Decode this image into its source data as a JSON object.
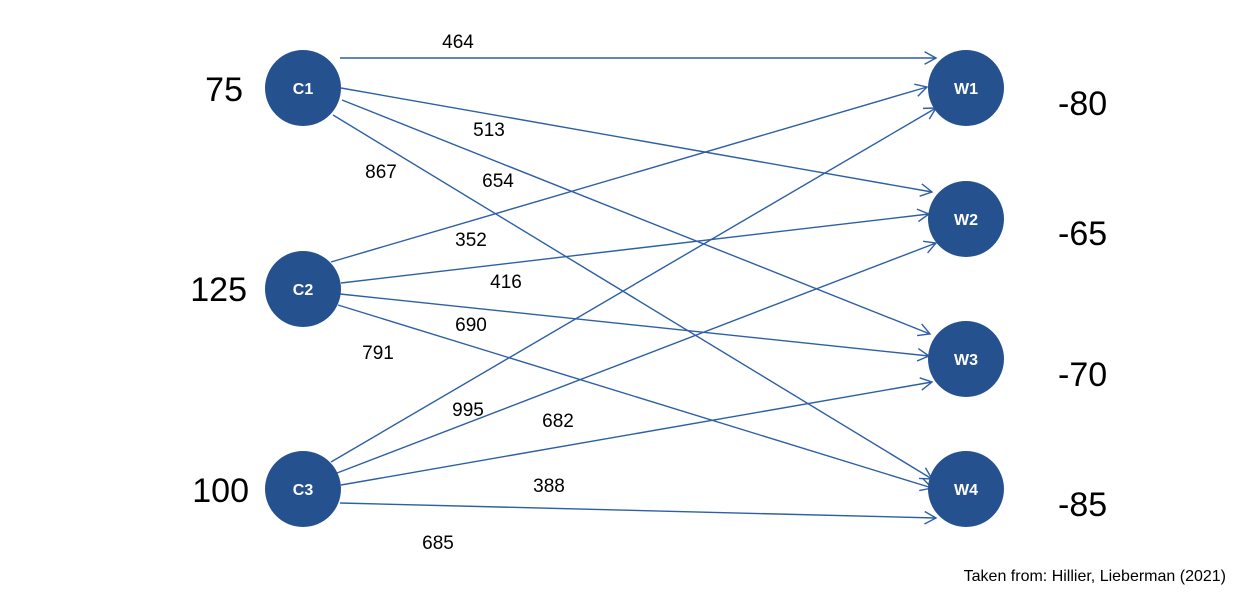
{
  "colors": {
    "node": "#25528f",
    "edge": "#2d5fa5",
    "node_text": "#ffffff"
  },
  "sources": [
    {
      "id": "C1",
      "label": "C1",
      "amount": "75"
    },
    {
      "id": "C2",
      "label": "C2",
      "amount": "125"
    },
    {
      "id": "C3",
      "label": "C3",
      "amount": "100"
    }
  ],
  "destinations": [
    {
      "id": "W1",
      "label": "W1",
      "amount": "-80"
    },
    {
      "id": "W2",
      "label": "W2",
      "amount": "-65"
    },
    {
      "id": "W3",
      "label": "W3",
      "amount": "-70"
    },
    {
      "id": "W4",
      "label": "W4",
      "amount": "-85"
    }
  ],
  "edges": [
    {
      "from": "C1",
      "to": "W1",
      "cost": "464"
    },
    {
      "from": "C1",
      "to": "W2",
      "cost": "513"
    },
    {
      "from": "C1",
      "to": "W3",
      "cost": "654"
    },
    {
      "from": "C1",
      "to": "W4",
      "cost": "867"
    },
    {
      "from": "C2",
      "to": "W1",
      "cost": "352"
    },
    {
      "from": "C2",
      "to": "W2",
      "cost": "416"
    },
    {
      "from": "C2",
      "to": "W3",
      "cost": "690"
    },
    {
      "from": "C2",
      "to": "W4",
      "cost": "791"
    },
    {
      "from": "C3",
      "to": "W1",
      "cost": "995"
    },
    {
      "from": "C3",
      "to": "W2",
      "cost": "682"
    },
    {
      "from": "C3",
      "to": "W3",
      "cost": "388"
    },
    {
      "from": "C3",
      "to": "W4",
      "cost": "685"
    }
  ],
  "credit": "Taken from: Hillier, Lieberman (2021)"
}
